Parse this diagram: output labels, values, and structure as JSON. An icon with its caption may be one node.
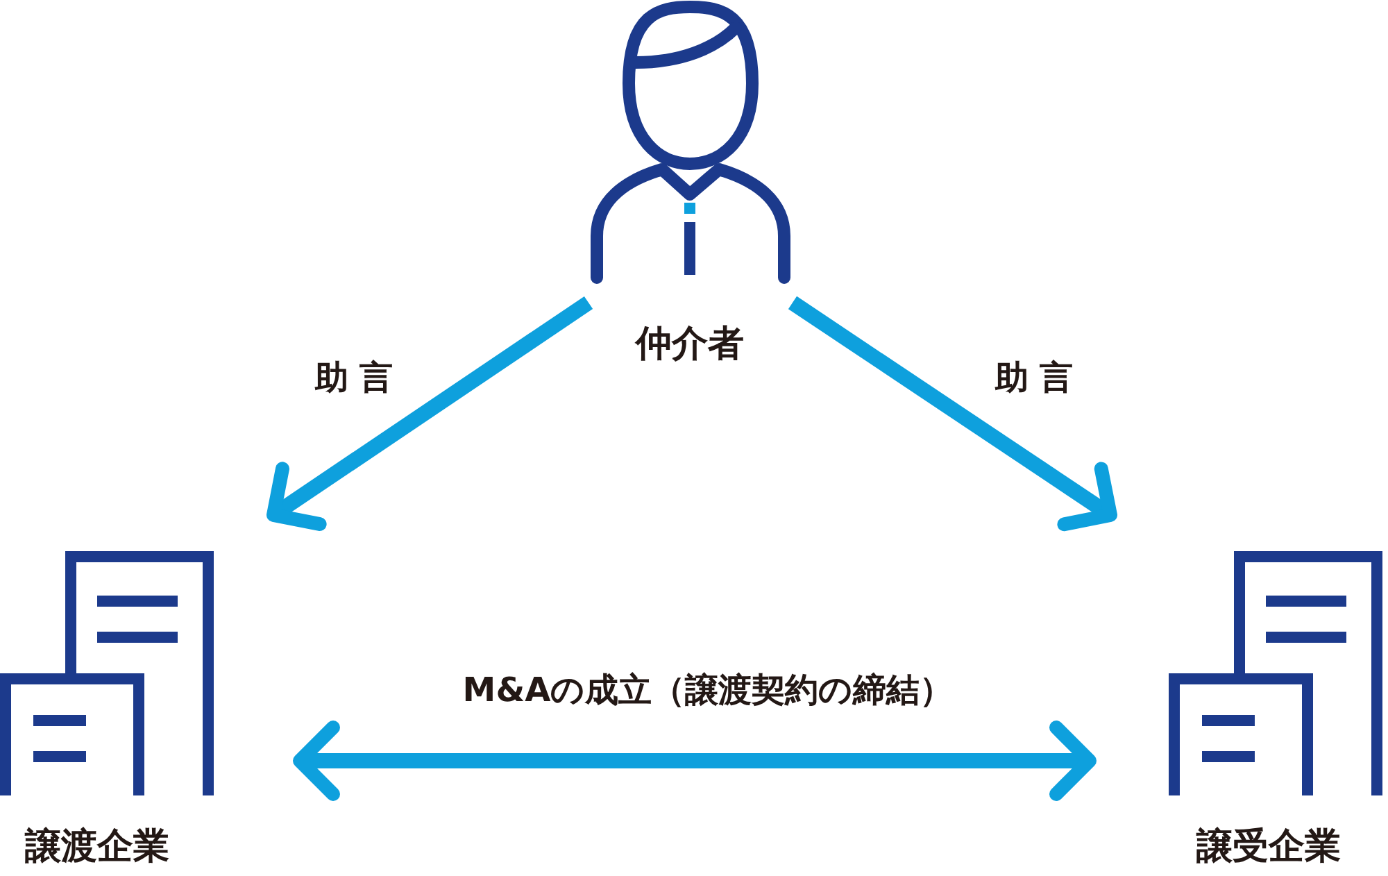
{
  "diagram": {
    "nodes": [
      {
        "text": [
          "仲介者"
        ]
      },
      {
        "text": [
          "譲渡企業"
        ]
      },
      {
        "text": [
          "譲受企業"
        ]
      }
    ],
    "edges": [
      {
        "from": 0,
        "to": 1,
        "arrow": "to",
        "label": "助 言"
      },
      {
        "from": 0,
        "to": 2,
        "arrow": "to",
        "label": "助 言"
      },
      {
        "from": 1,
        "to": 2,
        "arrow": "both",
        "label": "M&Aの成立（譲渡契約の締結）"
      }
    ]
  }
}
